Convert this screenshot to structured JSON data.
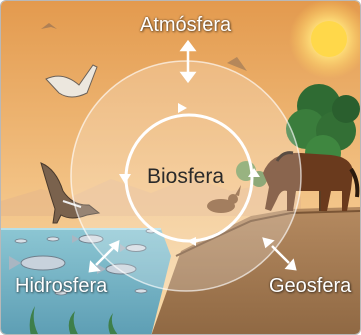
{
  "labels": {
    "center": "Biosfera",
    "top": "Atmósfera",
    "bottom_left": "Hidrosfera",
    "bottom_right": "Geosfera"
  },
  "colors": {
    "sky_top": "#e9a457",
    "sky_bottom": "#f7d9a6",
    "sun": "#ffd84a",
    "water": "#77b6c9",
    "ground": "#a47b55",
    "circle_fill": "#ffffff",
    "arrow": "#ffffff"
  },
  "icons": [
    "sun-icon",
    "bird-icon",
    "pelican-icon",
    "rabbit-icon",
    "horse-icon",
    "tree-icon",
    "fish-icon"
  ]
}
